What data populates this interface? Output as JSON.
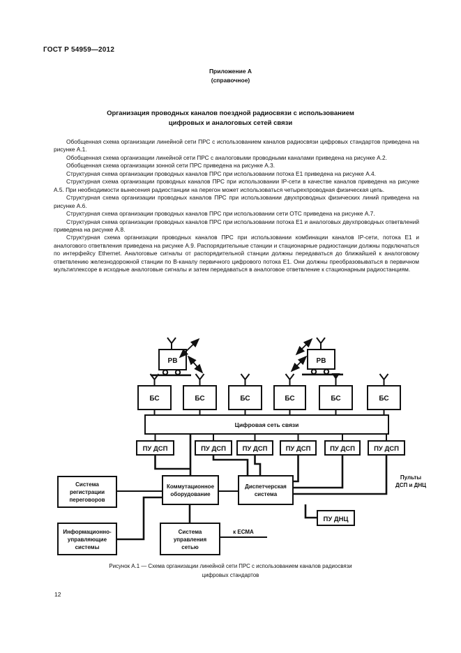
{
  "page": {
    "header": "ГОСТ Р 54959—2012",
    "appendix_label": "Приложение А",
    "appendix_type": "(справочное)",
    "title_line1": "Организация проводных каналов поездной радиосвязи с использованием",
    "title_line2": "цифровых и аналоговых сетей связи",
    "page_number": "12"
  },
  "paragraphs": [
    "Обобщенная схема организации линейной сети ПРС с использованием каналов радиосвязи цифровых стандартов приведена на рисунке А.1.",
    "Обобщенная схема организации линейной сети ПРС с аналоговыми проводными каналами приведена на рисунке А.2.",
    "Обобщенная схема организации зонной сети ПРС приведена на рисунке А.3.",
    "Структурная схема организации проводных каналов ПРС при использовании потока Е1 приведена на рисунке А.4.",
    "Структурная схема организации проводных каналов ПРС при использовании IP-сети в качестве каналов приведена на рисунке А.5. При необходимости вынесения радиостанции на перегон может использоваться четырехпроводная физическая цепь.",
    "Структурная схема организации проводных каналов ПРС при использовании двухпроводных физических линий приведена на рисунке А.6.",
    "Структурная схема организации проводных каналов ПРС при использовании сети ОТС приведена на рисунке А.7.",
    "Структурная схема организации проводных каналов ПРС при использовании потока Е1 и аналоговых двухпроводных ответвлений приведена на рисунке А.8.",
    "Структурная схема организации проводных каналов ПРС при использовании комбинации каналов IP-сети, потока Е1 и аналогового ответвления приведена на рисунке А.9. Распорядительные станции и стационарные радиостанции должны подключаться по интерфейсу Ethernet. Аналоговые сигналы от распорядительной станции должны передаваться до ближайшей к аналоговому ответвлению железнодорожной станции по В-каналу первичного цифрового потока Е1. Они должны преобразовываться в первичном мультиплексоре в исходные аналоговые сигналы и затем передаваться в аналоговое ответвление к стационарным радиостанциям."
  ],
  "figure": {
    "caption_line1": "Рисунок  А.1 — Схема организации линейной сети ПРС с использованием каналов радиосвязи",
    "caption_line2": "цифровых стандартов",
    "labels": {
      "rv": "РВ",
      "bs": "БС",
      "pu_dsp": "ПУ ДСП",
      "pu_dnc": "ПУ ДНЦ",
      "digital_network": "Цифровая сеть связи",
      "switching_l1": "Коммутационное",
      "switching_l2": "оборудование",
      "dispatcher_l1": "Диспетчерская",
      "dispatcher_l2": "система",
      "recording_l1": "Система",
      "recording_l2": "регистрации",
      "recording_l3": "переговоров",
      "info_l1": "Информационно-",
      "info_l2": "управляющие",
      "info_l3": "системы",
      "netmgmt_l1": "Система",
      "netmgmt_l2": "управления",
      "netmgmt_l3": "сетью",
      "consoles_l1": "Пульты",
      "consoles_l2": "ДСП и ДНЦ",
      "to_esma": "к ЕСМА"
    }
  }
}
